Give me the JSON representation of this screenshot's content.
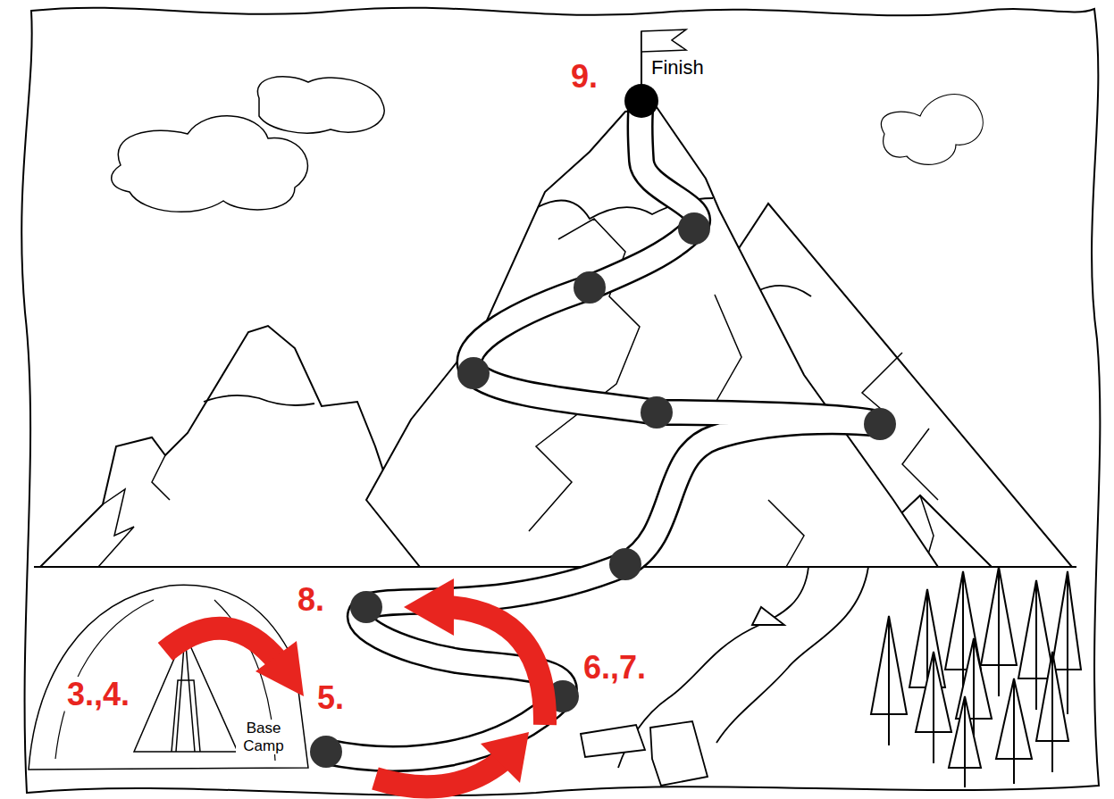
{
  "diagram": {
    "labels": [
      "9.",
      "Finish",
      "8.",
      "6.,7.",
      "3.,4.",
      "5.",
      "Base Camp"
    ]
  }
}
